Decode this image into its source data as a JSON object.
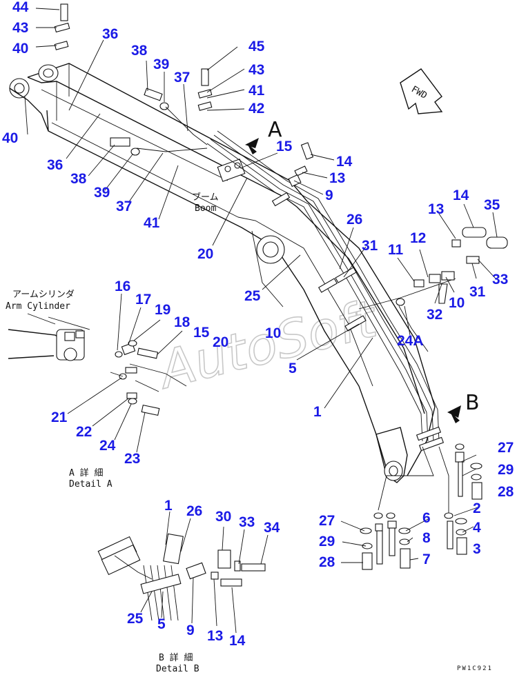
{
  "labels": {
    "boom_jp": "ブーム",
    "boom_en": "Boom",
    "arm_cyl_jp": "アームシリンダ",
    "arm_cyl_en": "Arm Cylinder",
    "detail_a_jp": "A 詳 細",
    "detail_a_en": "Detail A",
    "detail_b_jp": "B 詳 細",
    "detail_b_en": "Detail B",
    "view_a": "A",
    "view_b": "B",
    "fwd": "FWD",
    "drawing_code": "PW1C921",
    "watermark": "AutoSoft"
  },
  "callouts": {
    "c44": "44",
    "c43a": "43",
    "c40a": "40",
    "c36a": "36",
    "c40b": "40",
    "c38a": "38",
    "c39a": "39",
    "c37a": "37",
    "c45": "45",
    "c43b": "43",
    "c41a": "41",
    "c42": "42",
    "c36b": "36",
    "c38b": "38",
    "c39b": "39",
    "c37b": "37",
    "c41b": "41",
    "c15a": "15",
    "c14a": "14",
    "c13a": "13",
    "c9a": "9",
    "c20a": "20",
    "c26a": "26",
    "c25a": "25",
    "c31a": "31",
    "c11": "11",
    "c12": "12",
    "c13b": "13",
    "c14b": "14",
    "c35": "35",
    "c31b": "31",
    "c33a": "33",
    "c32": "32",
    "c10a": "10",
    "c10b": "10",
    "c24A": "24A",
    "c5a": "5",
    "c1a": "1",
    "c16": "16",
    "c17": "17",
    "c19": "19",
    "c18": "18",
    "c15b": "15",
    "c20b": "20",
    "c21": "21",
    "c22": "22",
    "c24": "24",
    "c23": "23",
    "c27a": "27",
    "c29a": "29",
    "c28a": "28",
    "c2": "2",
    "c4": "4",
    "c3": "3",
    "c6": "6",
    "c8": "8",
    "c7": "7",
    "c27b": "27",
    "c29b": "29",
    "c28b": "28",
    "c1b": "1",
    "c26b": "26",
    "c30": "30",
    "c33b": "33",
    "c34": "34",
    "c25b": "25",
    "c5b": "5",
    "c9b": "9",
    "c13c": "13",
    "c14c": "14"
  }
}
